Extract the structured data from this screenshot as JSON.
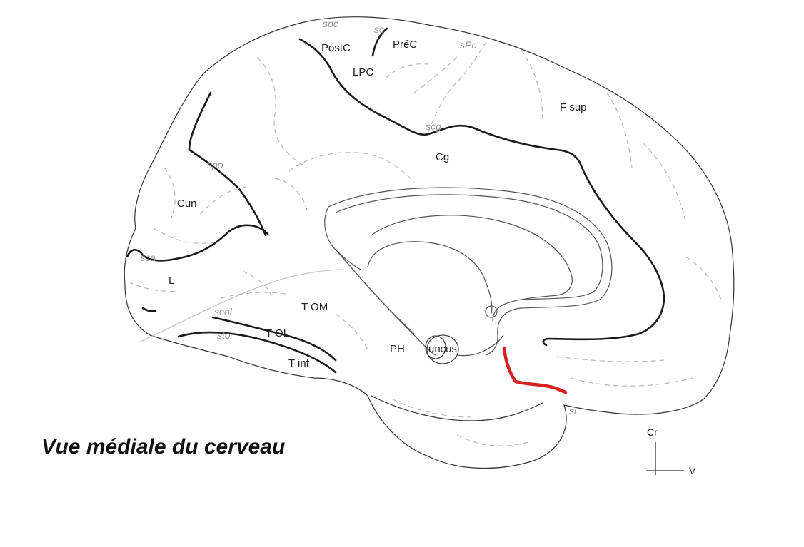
{
  "caption": "Vue médiale du cerveau",
  "gyri": {
    "postc": "PostC",
    "prec": "PréC",
    "lpc": "LPC",
    "fsup": "F sup",
    "cg": "Cg",
    "cun": "Cun",
    "l": "L",
    "tom": "T OM",
    "tol": "T OL",
    "tinf": "T inf",
    "ph": "PH",
    "uncus": "uncus"
  },
  "sulci": {
    "spc": "spc",
    "sc": "sc",
    "spc2": "sPc",
    "scg": "scg",
    "spo": "spo",
    "sca": "sca",
    "scol": "scol",
    "sto": "sto",
    "sl": "sl"
  },
  "orientation": {
    "cranial": "Cr",
    "ventral": "V"
  },
  "colors": {
    "highlight": "#d62020",
    "outline": "#333333",
    "sulcus_text": "#9a9a9a"
  }
}
